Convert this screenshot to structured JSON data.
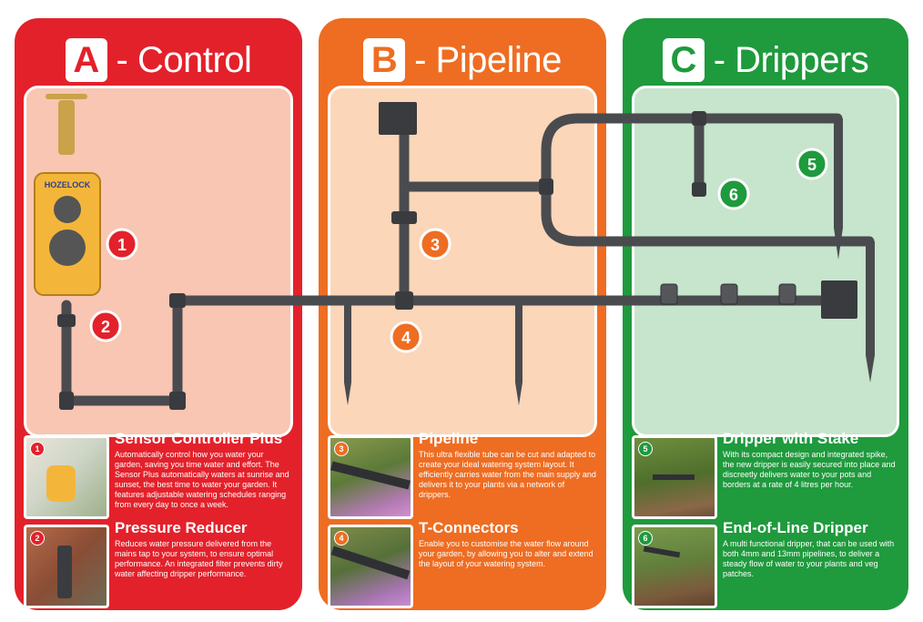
{
  "panels": {
    "a": {
      "letter": "A",
      "title": "- Control",
      "color": "#e3212b"
    },
    "b": {
      "letter": "B",
      "title": "- Pipeline",
      "color": "#ee6d22"
    },
    "c": {
      "letter": "C",
      "title": "- Drippers",
      "color": "#1f9a3d"
    }
  },
  "brand": {
    "logo_text": "HOZELOCK"
  },
  "callouts": [
    "1",
    "2",
    "3",
    "4",
    "5",
    "6"
  ],
  "items": {
    "sensor": {
      "num": "1",
      "title": "Sensor Controller Plus",
      "desc": "Automatically control how you water your garden, saving you time water and effort. The Sensor Plus automatically waters at sunrise and sunset, the best time to water your garden. It features adjustable watering schedules ranging from every day to once a week."
    },
    "reducer": {
      "num": "2",
      "title": "Pressure Reducer",
      "desc": "Reduces water pressure delivered from the mains tap to your system, to ensure optimal performance. An integrated filter prevents dirty water affecting dripper performance."
    },
    "pipeline": {
      "num": "3",
      "title": "Pipeline",
      "desc": "This ultra flexible tube can be cut and adapted to create your ideal watering system layout. It efficiently carries water from the main supply and delivers it to your plants via a network of drippers."
    },
    "tconnectors": {
      "num": "4",
      "title": "T-Connectors",
      "desc": "Enable you to customise the water flow around your garden, by allowing you to alter and extend the layout of your watering system."
    },
    "stake": {
      "num": "5",
      "title": "Dripper with Stake",
      "desc": "With its compact design and integrated spike, the new dripper is easily secured into place and discreetly delivers water to your pots and borders at a rate of 4 litres per hour."
    },
    "endline": {
      "num": "6",
      "title": "End-of-Line Dripper",
      "desc": "A multi functional dripper, that can be used with both 4mm and 13mm pipelines, to deliver a steady flow of water to your plants and veg patches."
    }
  },
  "colors": {
    "pipe": "#4a4b4f",
    "controller": "#f4b63a",
    "brass": "#c9a24a"
  }
}
